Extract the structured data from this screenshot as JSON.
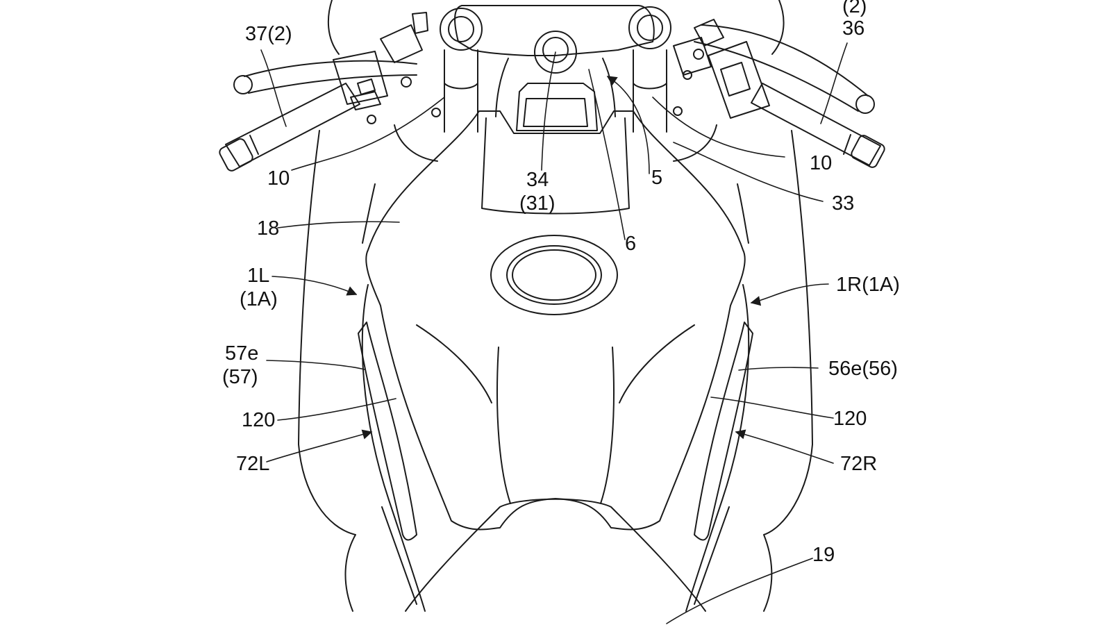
{
  "labels": {
    "l_37": "37(2)",
    "l_2_top": "(2)",
    "l_36": "36",
    "l_10_left": "10",
    "l_10_right": "10",
    "l_34": "34",
    "l_31": "(31)",
    "l_5": "5",
    "l_33": "33",
    "l_18": "18",
    "l_6": "6",
    "l_1L": "1L",
    "l_1A_left": "(1A)",
    "l_1R": "1R(1A)",
    "l_57e": "57e",
    "l_57": "(57)",
    "l_56e": "56e(56)",
    "l_120_left": "120",
    "l_120_right": "120",
    "l_72L": "72L",
    "l_72R": "72R",
    "l_19": "19"
  },
  "colors": {
    "line": "#1a1a1a",
    "background": "#ffffff"
  }
}
